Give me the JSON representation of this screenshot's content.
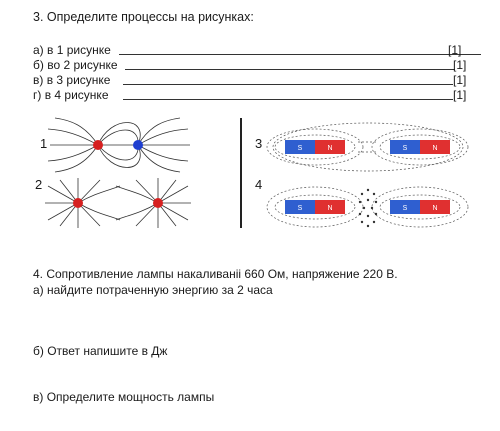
{
  "task3": {
    "title": "3. Определите процессы на рисунках:",
    "items": [
      {
        "label": "а) в 1 рисунке",
        "mark": "[1]"
      },
      {
        "label": "б) во 2 рисунке",
        "mark": "[1]"
      },
      {
        "label": "в) в 3 рисунке",
        "mark": "[1]"
      },
      {
        "label": "г) в 4 рисунке",
        "mark": "[1]"
      }
    ],
    "figures": {
      "fig1_num": "1",
      "fig2_num": "2",
      "fig3_num": "3",
      "fig4_num": "4",
      "magnet_south": "S",
      "magnet_north": "N"
    }
  },
  "task4": {
    "title": "4. Сопротивление лампы накаливаніі 660 Ом, напряжение 220 В.",
    "part_a": "а) найдите потраченную энергию за 2 часа",
    "part_b": "б) Ответ напишите в Дж",
    "part_c": "в) Определите мощность лампы"
  },
  "colors": {
    "positive_charge": "#d62020",
    "negative_charge": "#1f3fd0",
    "magnet_south": "#2f5fd0",
    "magnet_north": "#e03030",
    "field_line": "#333333"
  }
}
